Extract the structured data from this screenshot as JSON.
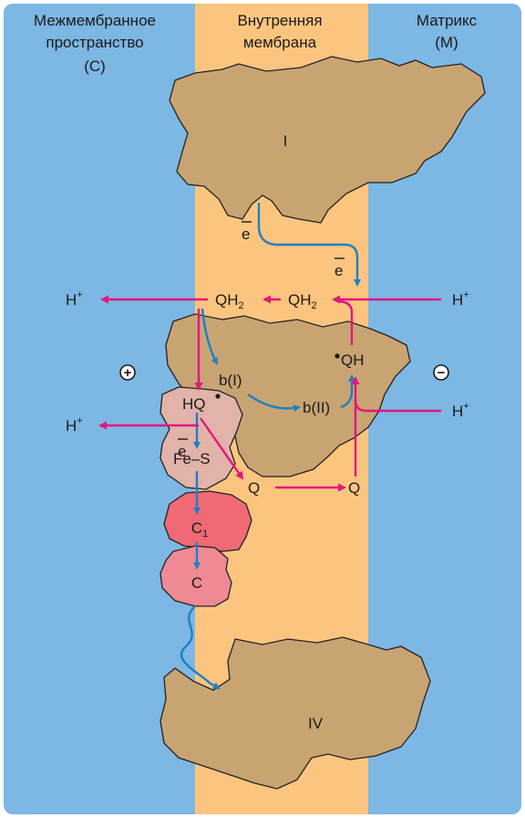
{
  "headers": {
    "intermembrane_line1": "Межмембранное",
    "intermembrane_line2": "пространство",
    "intermembrane_line3": "(С)",
    "membrane_line1": "Внутренняя",
    "membrane_line2": "мембрана",
    "matrix_line1": "Матрикс",
    "matrix_line2": "(М)"
  },
  "complexes": {
    "complex_1": "I",
    "complex_4": "IV",
    "c1_label": "C",
    "c1_sub": "1",
    "c_label": "C",
    "fes_label": "Fe–S"
  },
  "species": {
    "electron": "e",
    "qh2": "QH",
    "qh2_sub": "2",
    "qh_radical": "QH",
    "hq_radical": "HQ",
    "q": "Q",
    "b1": "b(I)",
    "b2": "b(II)",
    "proton": "H",
    "proton_sup": "+"
  },
  "signs": {
    "plus": "+",
    "minus": "−"
  },
  "colors": {
    "space_blue": "#7db7e3",
    "membrane_orange": "#fcc57f",
    "protein_brown": "#c9a473",
    "hq_pink": "#e2b3a8",
    "c1_red": "#ef6a74",
    "c_pink": "#ef8a95",
    "electron_path_blue": "#1f7fc4",
    "proton_path_magenta": "#e0177e"
  }
}
